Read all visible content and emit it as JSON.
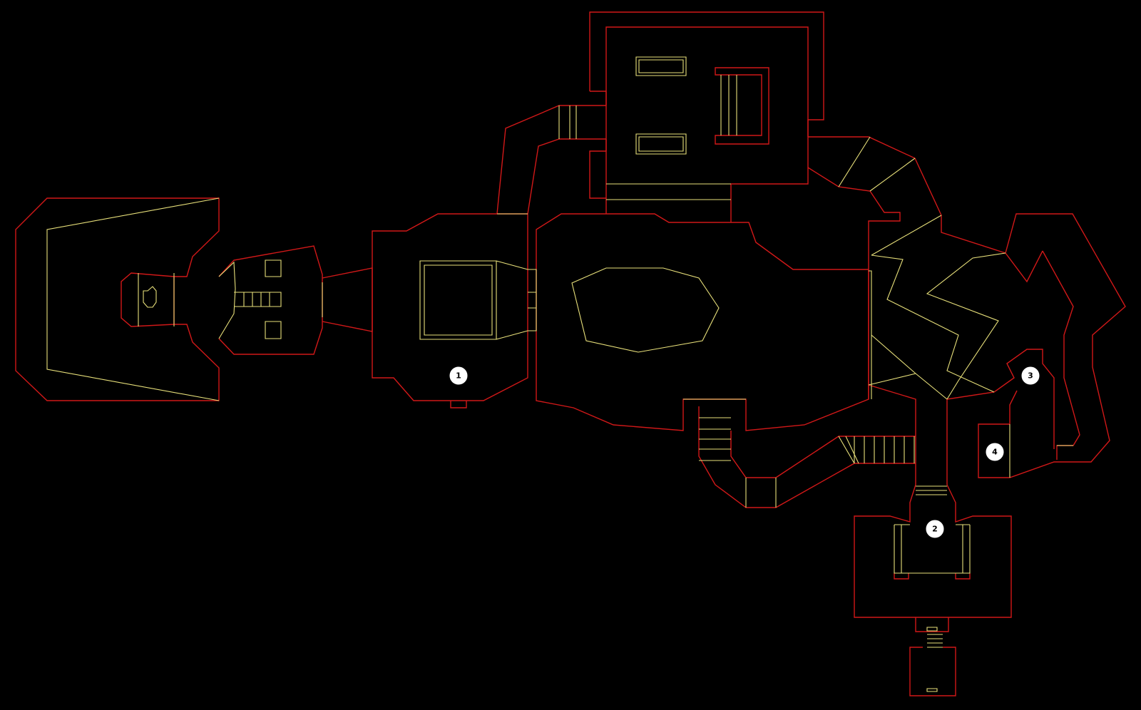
{
  "colors": {
    "background": "#000000",
    "wall": "#d01818",
    "step": "#e8e07a",
    "marker_fill": "#ffffff",
    "marker_text": "#000000"
  },
  "markers": [
    {
      "label": "1"
    },
    {
      "label": "2"
    },
    {
      "label": "3"
    },
    {
      "label": "4"
    }
  ]
}
